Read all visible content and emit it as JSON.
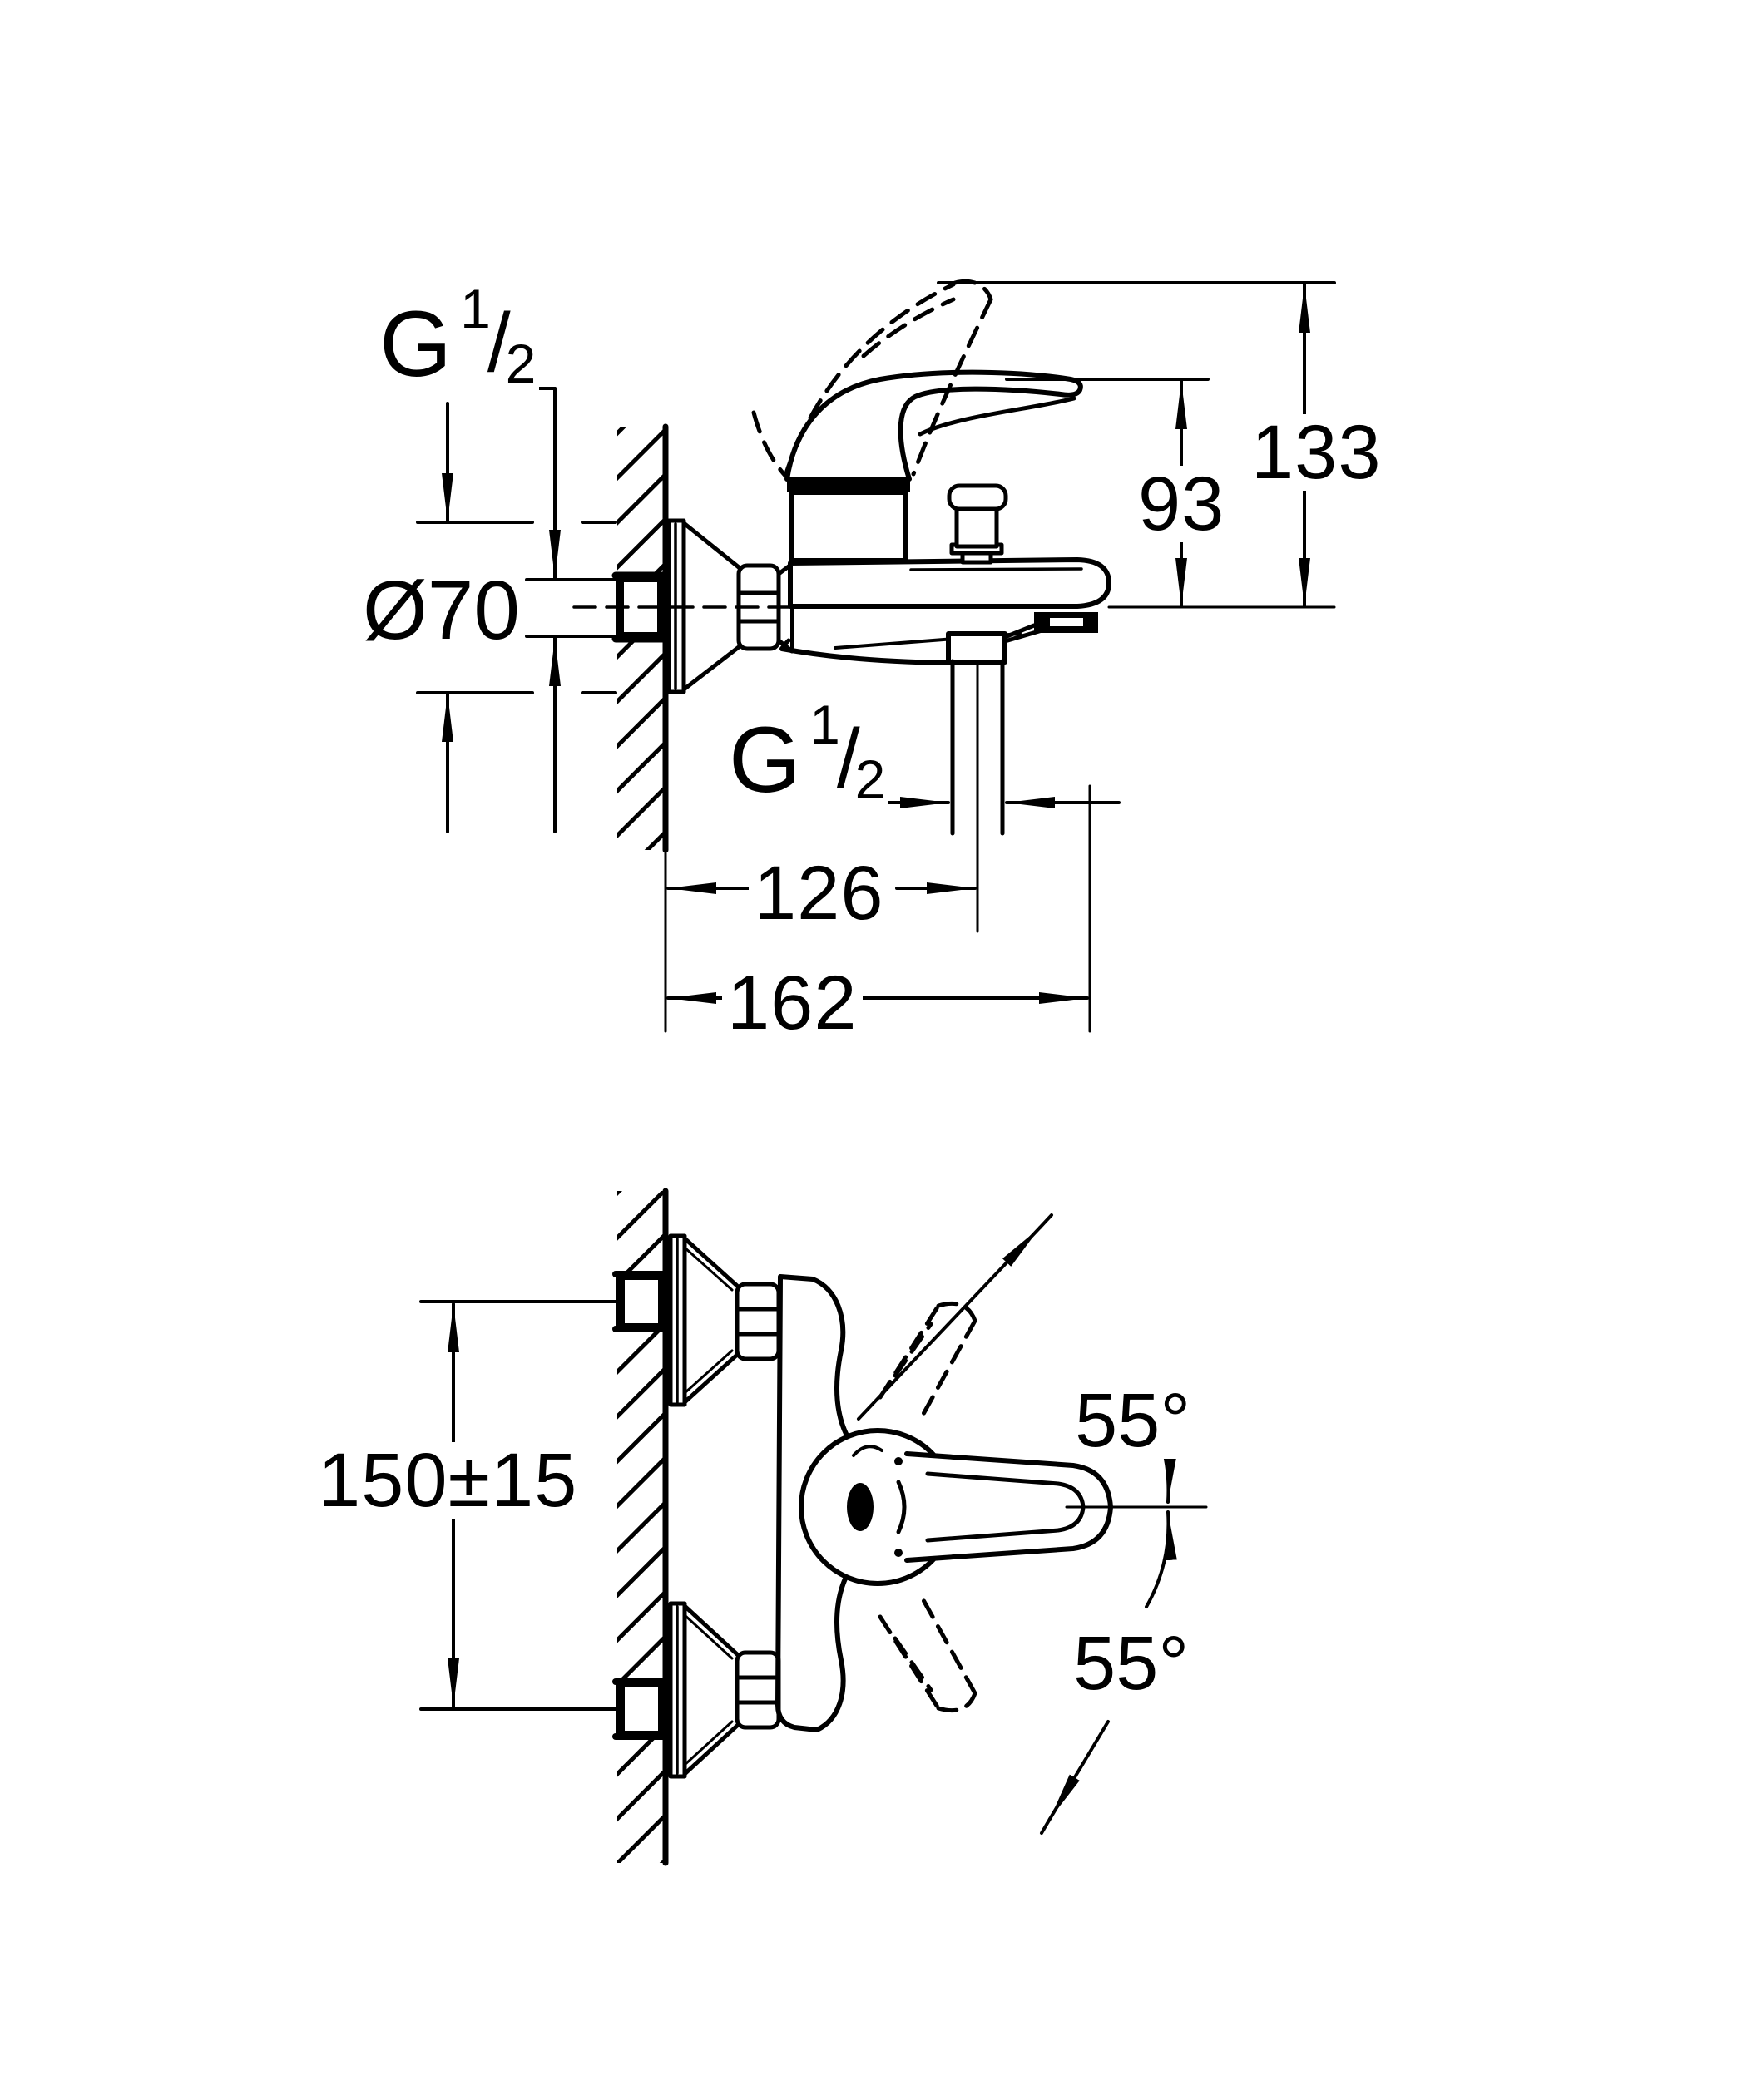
{
  "drawing": {
    "labels": {
      "thread_wall_connection": {
        "g": "G",
        "num": "1",
        "slash": "/",
        "den": "2"
      },
      "thread_shower_outlet": {
        "g": "G",
        "num": "1",
        "slash": "/",
        "den": "2"
      },
      "escutcheon_diameter": "Ø70",
      "height_body_to_lever": "93",
      "height_total": "133",
      "depth_to_outlet": "126",
      "depth_total": "162",
      "inlet_spacing": "150±15",
      "lever_swivel_up": "55°",
      "lever_swivel_down": "55°"
    },
    "colors": {
      "line": "#000000",
      "background": "#ffffff"
    }
  }
}
